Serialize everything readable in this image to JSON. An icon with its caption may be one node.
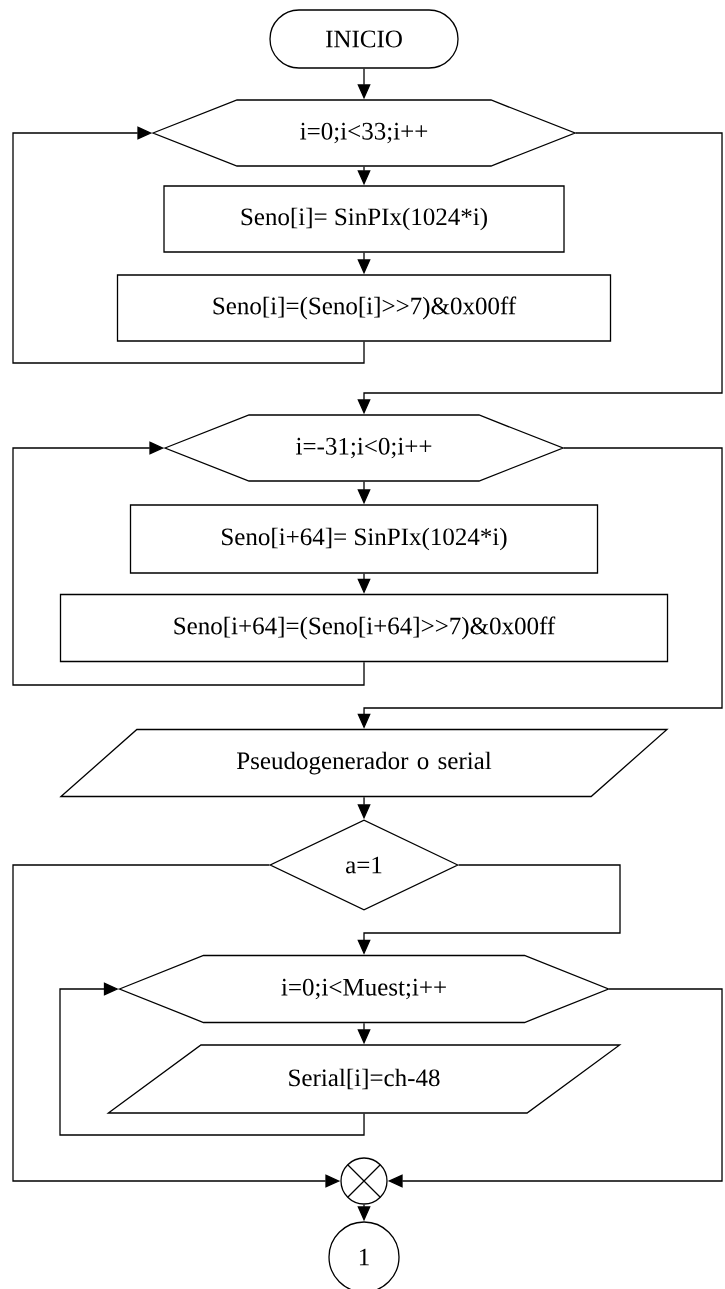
{
  "diagram": {
    "nodes": [
      {
        "text": [
          "INICIO"
        ]
      },
      {
        "text": [
          "i=0;i<33;i++"
        ]
      },
      {
        "text": [
          "Seno[i]= SinPIx(1024*i)"
        ]
      },
      {
        "text": [
          "Seno[i]=(Seno[i]>>7)&0x00ff"
        ]
      },
      {
        "text": [
          "i=-31;i<0;i++"
        ]
      },
      {
        "text": [
          "Seno[i+64]= SinPIx(1024*i)"
        ]
      },
      {
        "text": [
          "Seno[i+64]=(Seno[i+64]>>7)&0x00ff"
        ]
      },
      {
        "text": [
          "Pseudogenerador o serial"
        ]
      },
      {
        "text": [
          "a=1"
        ]
      },
      {
        "text": [
          "i=0;i<Muest;i++"
        ]
      },
      {
        "text": [
          "Serial[i]=ch-48"
        ]
      },
      {
        "text": [],
        "shape": "circle"
      },
      {
        "text": [
          "1"
        ]
      }
    ],
    "edges": [
      {
        "from": 0,
        "to": 1,
        "arrow": "to"
      },
      {
        "from": 1,
        "to": 2,
        "arrow": "to"
      },
      {
        "from": 2,
        "to": 3,
        "arrow": "to"
      },
      {
        "from": 3,
        "to": 1,
        "arrow": "to"
      },
      {
        "from": 1,
        "to": 4,
        "arrow": "to"
      },
      {
        "from": 4,
        "to": 5,
        "arrow": "to"
      },
      {
        "from": 5,
        "to": 6,
        "arrow": "to"
      },
      {
        "from": 6,
        "to": 4,
        "arrow": "to"
      },
      {
        "from": 4,
        "to": 7,
        "arrow": "to"
      },
      {
        "from": 7,
        "to": 8,
        "arrow": "to"
      },
      {
        "from": 8,
        "to": 9,
        "arrow": "to"
      },
      {
        "from": 8,
        "to": 11,
        "arrow": "to"
      },
      {
        "from": 9,
        "to": 10,
        "arrow": "to"
      },
      {
        "from": 10,
        "to": 9,
        "arrow": "to"
      },
      {
        "from": 9,
        "to": 11,
        "arrow": "to"
      },
      {
        "from": 11,
        "to": 12,
        "arrow": "to"
      }
    ]
  }
}
